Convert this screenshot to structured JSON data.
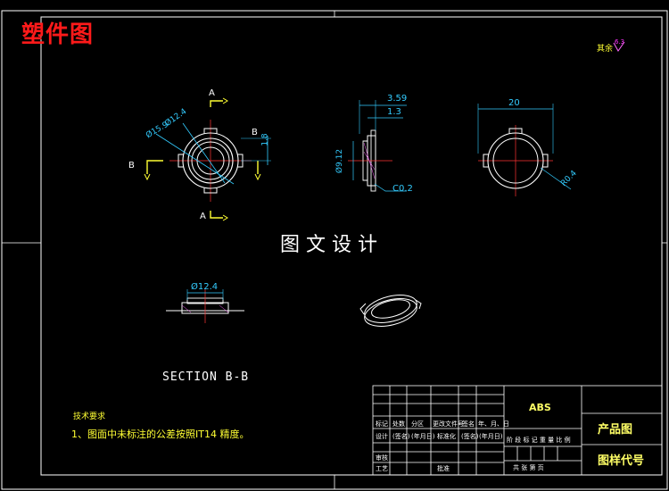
{
  "title": "塑件图",
  "center_title": "图文设计",
  "section_label": "SECTION B-B",
  "roughness": {
    "label": "其余",
    "value": "6.3"
  },
  "technical_requirements": {
    "heading": "技术要求",
    "item1": "1、图面中未标注的公差按照IT14 精度。"
  },
  "view_labels": {
    "a_top": "A",
    "a_bottom": "A",
    "b_left": "B",
    "b_right": "B"
  },
  "dimensions": {
    "d12_4": "Ø12.4",
    "d15_9": "Ø15.9",
    "h1_8": "1.8",
    "w3_59": "3.59",
    "w1_3": "1.3",
    "d9_12": "Ø9.12",
    "c0_2": "C0.2",
    "w20": "20",
    "r0_4": "R0.4",
    "sec_d12_4": "Ø12.4"
  },
  "title_block": {
    "material": "ABS",
    "drawing_type": "产品图",
    "drawing_code": "图样代号",
    "row_labels": {
      "mark": "标记",
      "count": "处数",
      "zone": "分区",
      "change_doc": "更改文件号",
      "sign": "签名",
      "date": "年、月、日",
      "design": "设计",
      "sign2": "(签名)",
      "date2": "(年月日)",
      "standard": "标准化",
      "sign3": "(签名)",
      "date3": "(年月日)",
      "review": "审核",
      "process": "工艺",
      "approve": "批准"
    },
    "stage_row": "阶 段 标 记   重 量   比 例",
    "sheet_row": "共    张    第    页"
  }
}
